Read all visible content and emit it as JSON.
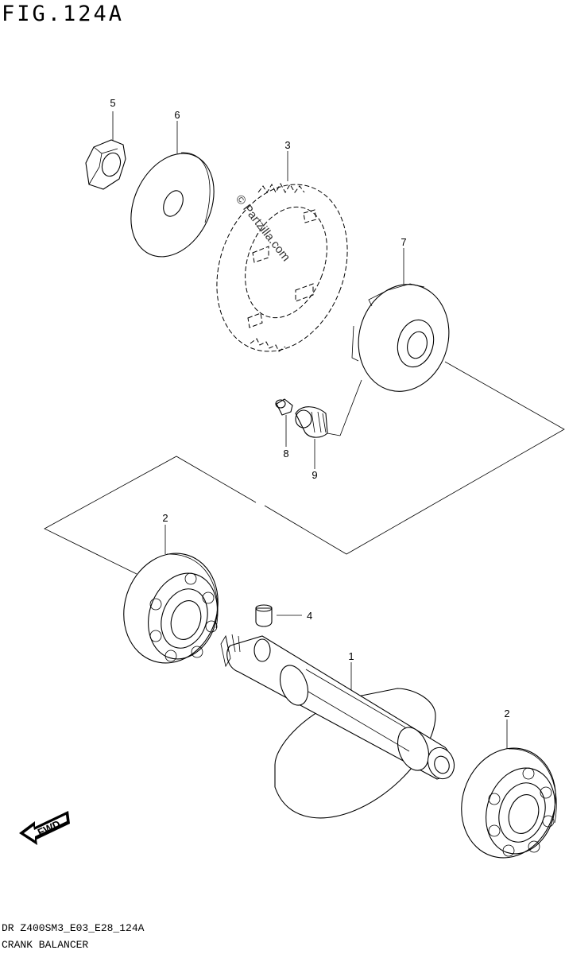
{
  "figure": {
    "title": "FIG.124A",
    "model_code": "DR Z400SM3_E03_E28_124A",
    "caption": "CRANK BALANCER",
    "watermark": "© Partzilla.com"
  },
  "callouts": [
    {
      "id": "5",
      "label": "5"
    },
    {
      "id": "6",
      "label": "6"
    },
    {
      "id": "3",
      "label": "3"
    },
    {
      "id": "7",
      "label": "7"
    },
    {
      "id": "8",
      "label": "8"
    },
    {
      "id": "9",
      "label": "9"
    },
    {
      "id": "2a",
      "label": "2"
    },
    {
      "id": "4",
      "label": "4"
    },
    {
      "id": "1",
      "label": "1"
    },
    {
      "id": "2b",
      "label": "2"
    }
  ],
  "direction_badge": {
    "label": "FWD"
  }
}
